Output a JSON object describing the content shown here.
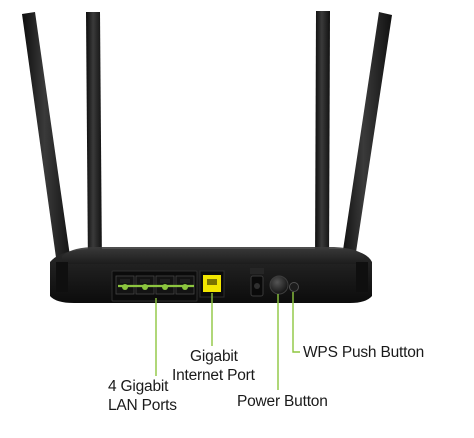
{
  "callouts": {
    "lan_ports": {
      "line1": "4 Gigabit",
      "line2": "LAN Ports"
    },
    "internet_port": {
      "line1": "Gigabit",
      "line2": "Internet Port"
    },
    "power_button": {
      "line1": "Power Button"
    },
    "wps_button": {
      "line1": "WPS Push Button"
    }
  },
  "colors": {
    "router_body": "#1b1b1b",
    "antenna": "#222222",
    "lan_port_accent": "#8dc63f",
    "internet_port_accent": "#f2e600",
    "callout_line": "#8dc63f",
    "callout_text": "#1a1a1a"
  }
}
